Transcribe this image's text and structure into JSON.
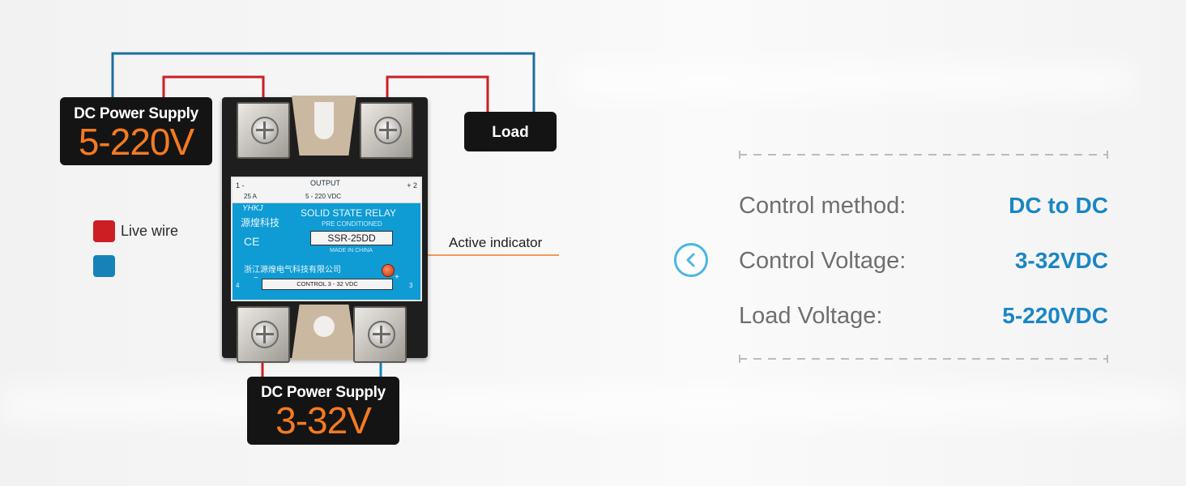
{
  "diagram": {
    "input_supply": {
      "title": "DC Power Supply",
      "voltage": "5-220V"
    },
    "control_supply": {
      "title": "DC Power Supply",
      "voltage": "3-32V"
    },
    "load": {
      "label": "Load"
    },
    "indicator": {
      "label": "Active indicator"
    },
    "legend": [
      {
        "label": "Live wire",
        "color": "#cc1f24"
      },
      {
        "label": "",
        "color": "#1782b8"
      }
    ],
    "relay": {
      "brand": "YHKJ",
      "brand_cn": "源煌科技",
      "output_label": "OUTPUT",
      "output_minus": "1 -",
      "output_plus": "+ 2",
      "current": "25 A",
      "output_range": "5 - 220 VDC",
      "name": "SOLID STATE RELAY",
      "subtitle": "PRE CONDITIONED",
      "model": "SSR-25DD",
      "origin": "MADE IN CHINA",
      "company_cn": "浙江源煌电气科技有限公司",
      "ce_mark": "CE",
      "control_label": "CONTROL 3 - 32 VDC",
      "pin_left": "4",
      "pin_right": "3",
      "pin_minus": "−",
      "pin_plus": "+"
    },
    "wire_colors": {
      "live": "#cc1f24",
      "neutral": "#1782b8"
    }
  },
  "specs": [
    {
      "label": "Control method:",
      "value": "DC to DC"
    },
    {
      "label": "Control Voltage:",
      "value": "3-32VDC"
    },
    {
      "label": "Load Voltage:",
      "value": "5-220VDC"
    }
  ],
  "nav": {
    "icon": "chevron-left-icon"
  },
  "colors": {
    "accent_blue": "#1a86c4",
    "accent_orange": "#f47a20",
    "box_dark": "#141414"
  }
}
